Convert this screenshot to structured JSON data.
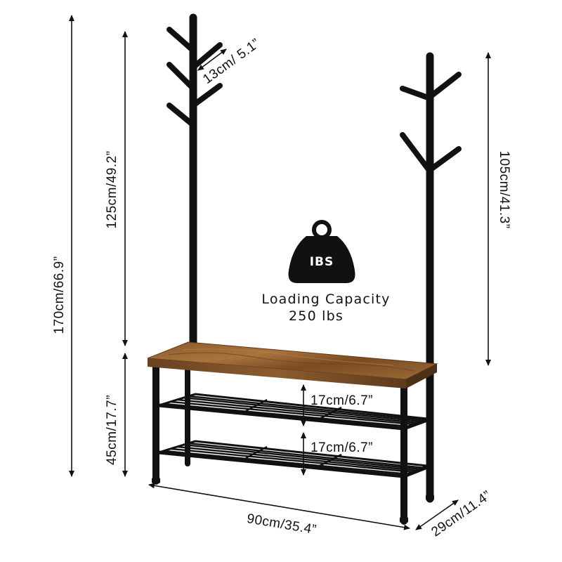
{
  "dimensions": {
    "total_height": "170cm/66.9”",
    "left_tree_height": "125cm/49.2”",
    "bench_height": "45cm/17.7”",
    "right_tree_height": "105cm/41.3”",
    "hook_length": "13cm/ 5.1”",
    "shelf_gap_upper": "17cm/6.7”",
    "shelf_gap_lower": "17cm/6.7”",
    "width": "90cm/35.4”",
    "depth": "29cm/11.4”"
  },
  "capacity": {
    "weight_badge": "IBS",
    "title": "Loading Capacity",
    "value": "250 lbs"
  },
  "icons": {
    "weight": "kettlebell-weight-icon"
  },
  "colors": {
    "frame": "#111111",
    "wood_light": "#9a6a3a",
    "wood_dark": "#5e3a1c",
    "wood_edge": "#7a4e26",
    "line": "#111111"
  }
}
